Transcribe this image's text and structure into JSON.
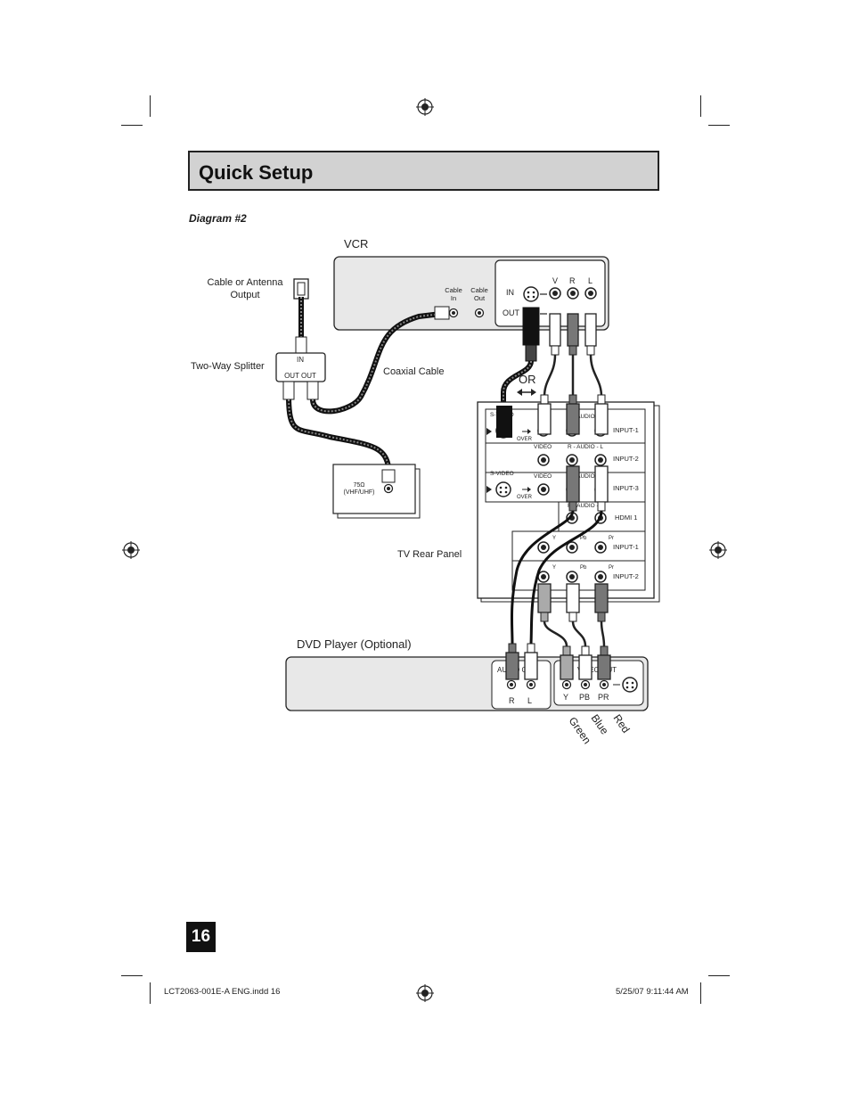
{
  "page": {
    "title": "Quick Setup",
    "diagram_label": "Diagram #2",
    "page_number": "16",
    "footer_left": "LCT2063-001E-A ENG.indd   16",
    "footer_right": "5/25/07   9:11:44 AM"
  },
  "vcr": {
    "label": "VCR",
    "cable_in": [
      "Cable",
      "In"
    ],
    "cable_out": [
      "Cable",
      "Out"
    ],
    "in_label": "IN",
    "out_label": "OUT",
    "v": "V",
    "r": "R",
    "l": "L"
  },
  "antenna": {
    "label_line1": "Cable or Antenna",
    "label_line2": "Output"
  },
  "splitter": {
    "label": "Two-Way Splitter",
    "in": "IN",
    "out": "OUT OUT"
  },
  "coax": {
    "label": "Coaxial Cable"
  },
  "or_label": "OR",
  "box75": {
    "line1": "75Ω",
    "line2": "(VHF/UHF)"
  },
  "tv": {
    "label": "TV Rear Panel",
    "inputs": [
      "INPUT-1",
      "INPUT-2",
      "INPUT-3",
      "HDMI 1",
      "INPUT-1",
      "INPUT-2"
    ],
    "svideo": "S-VIDEO",
    "video": "VIDEO",
    "audio": "R - AUDIO - L",
    "over": "OVER",
    "y": "Y",
    "pb": "Pb",
    "pr": "Pr"
  },
  "dvd": {
    "label": "DVD Player (Optional)",
    "audio_out": "AUDIO OUT",
    "video_out": "VIDEO OUT",
    "r": "R",
    "l": "L",
    "y": "Y",
    "pb": "PB",
    "pr": "PR"
  },
  "colors": {
    "labels": [
      "Green",
      "Blue",
      "Red"
    ]
  }
}
